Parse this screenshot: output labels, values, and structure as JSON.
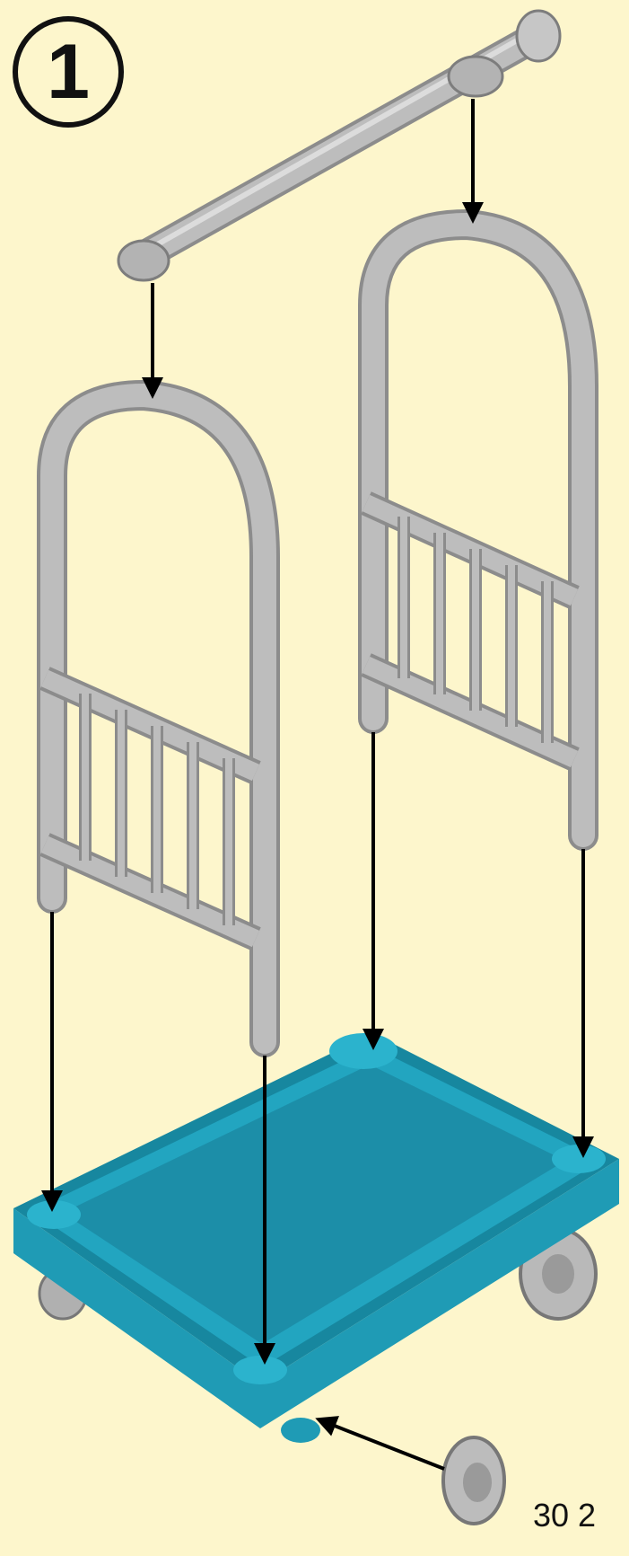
{
  "step": {
    "number": "1"
  },
  "part_code": "30 2",
  "colors": {
    "background": "#fdf6cc",
    "frame_gray": "#b9b9b9",
    "frame_shade": "#8c8c8c",
    "base_teal": "#22a5c0",
    "base_dark": "#17879f",
    "arrow": "#000000"
  },
  "parts": [
    "top-bar",
    "left-frame",
    "right-frame",
    "base-platform",
    "wheel"
  ]
}
